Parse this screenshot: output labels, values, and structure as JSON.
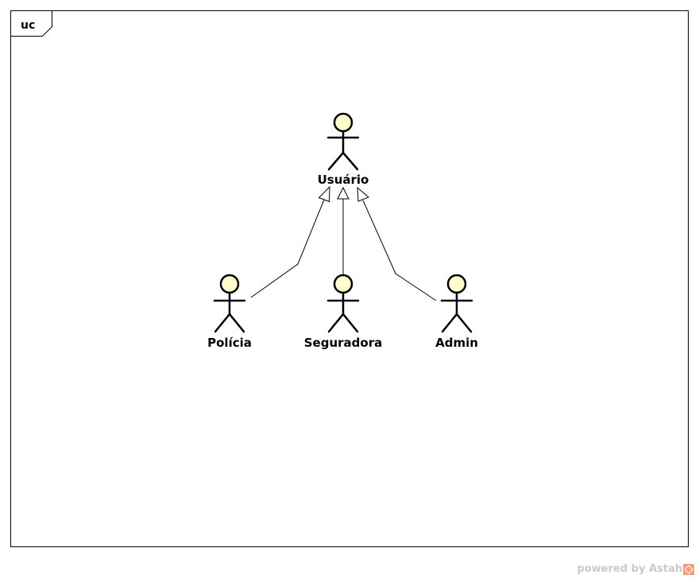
{
  "frame": {
    "label": "uc"
  },
  "actors": [
    {
      "id": "usuario",
      "name": "Usuário"
    },
    {
      "id": "policia",
      "name": "Polícia"
    },
    {
      "id": "seguradora",
      "name": "Seguradora"
    },
    {
      "id": "admin",
      "name": "Admin"
    }
  ],
  "generalizations": [
    {
      "from": "policia",
      "to": "usuario"
    },
    {
      "from": "seguradora",
      "to": "usuario"
    },
    {
      "from": "admin",
      "to": "usuario"
    }
  ],
  "colors": {
    "actor_fill": "#ffffcc",
    "stroke": "#000000",
    "background": "#ffffff",
    "watermark": "#c9c9c9",
    "watermark_logo": "#f0a07a"
  },
  "watermark": {
    "text": "powered by Astah"
  }
}
